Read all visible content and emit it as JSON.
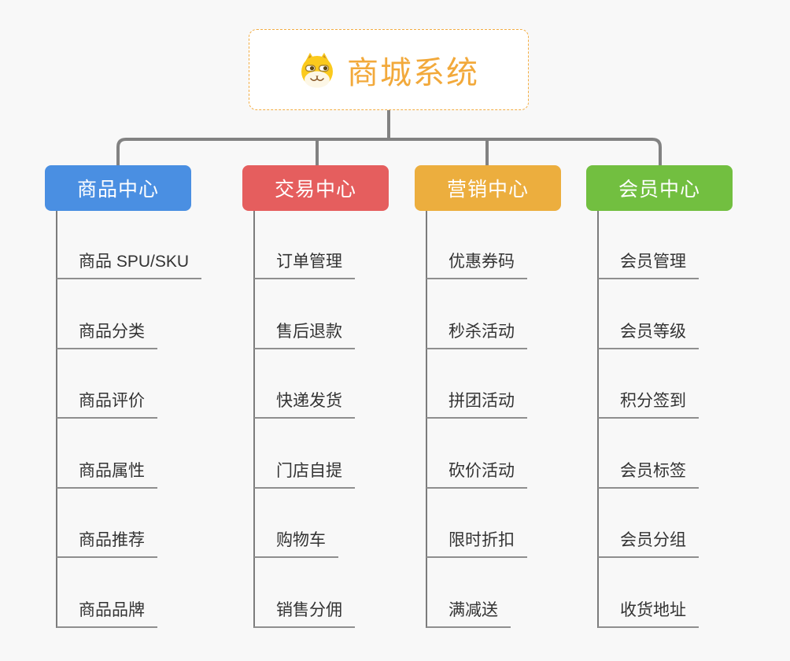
{
  "root": {
    "title": "商城系统",
    "icon": "shiba-dog-icon"
  },
  "colors": {
    "background": "#f8f8f8",
    "root_accent": "#f2a93b",
    "connector_line": "#828282",
    "leaf_underline": "#8f8f8f",
    "leaf_text": "#333333"
  },
  "branches": [
    {
      "label": "商品中心",
      "color": "#4a8fe2",
      "items": [
        "商品 SPU/SKU",
        "商品分类",
        "商品评价",
        "商品属性",
        "商品推荐",
        "商品品牌"
      ]
    },
    {
      "label": "交易中心",
      "color": "#e55e5e",
      "items": [
        "订单管理",
        "售后退款",
        "快递发货",
        "门店自提",
        "购物车",
        "销售分佣"
      ]
    },
    {
      "label": "营销中心",
      "color": "#ecae3e",
      "items": [
        "优惠券码",
        "秒杀活动",
        "拼团活动",
        "砍价活动",
        "限时折扣",
        "满减送"
      ]
    },
    {
      "label": "会员中心",
      "color": "#72bf40",
      "items": [
        "会员管理",
        "会员等级",
        "积分签到",
        "会员标签",
        "会员分组",
        "收货地址"
      ]
    }
  ]
}
